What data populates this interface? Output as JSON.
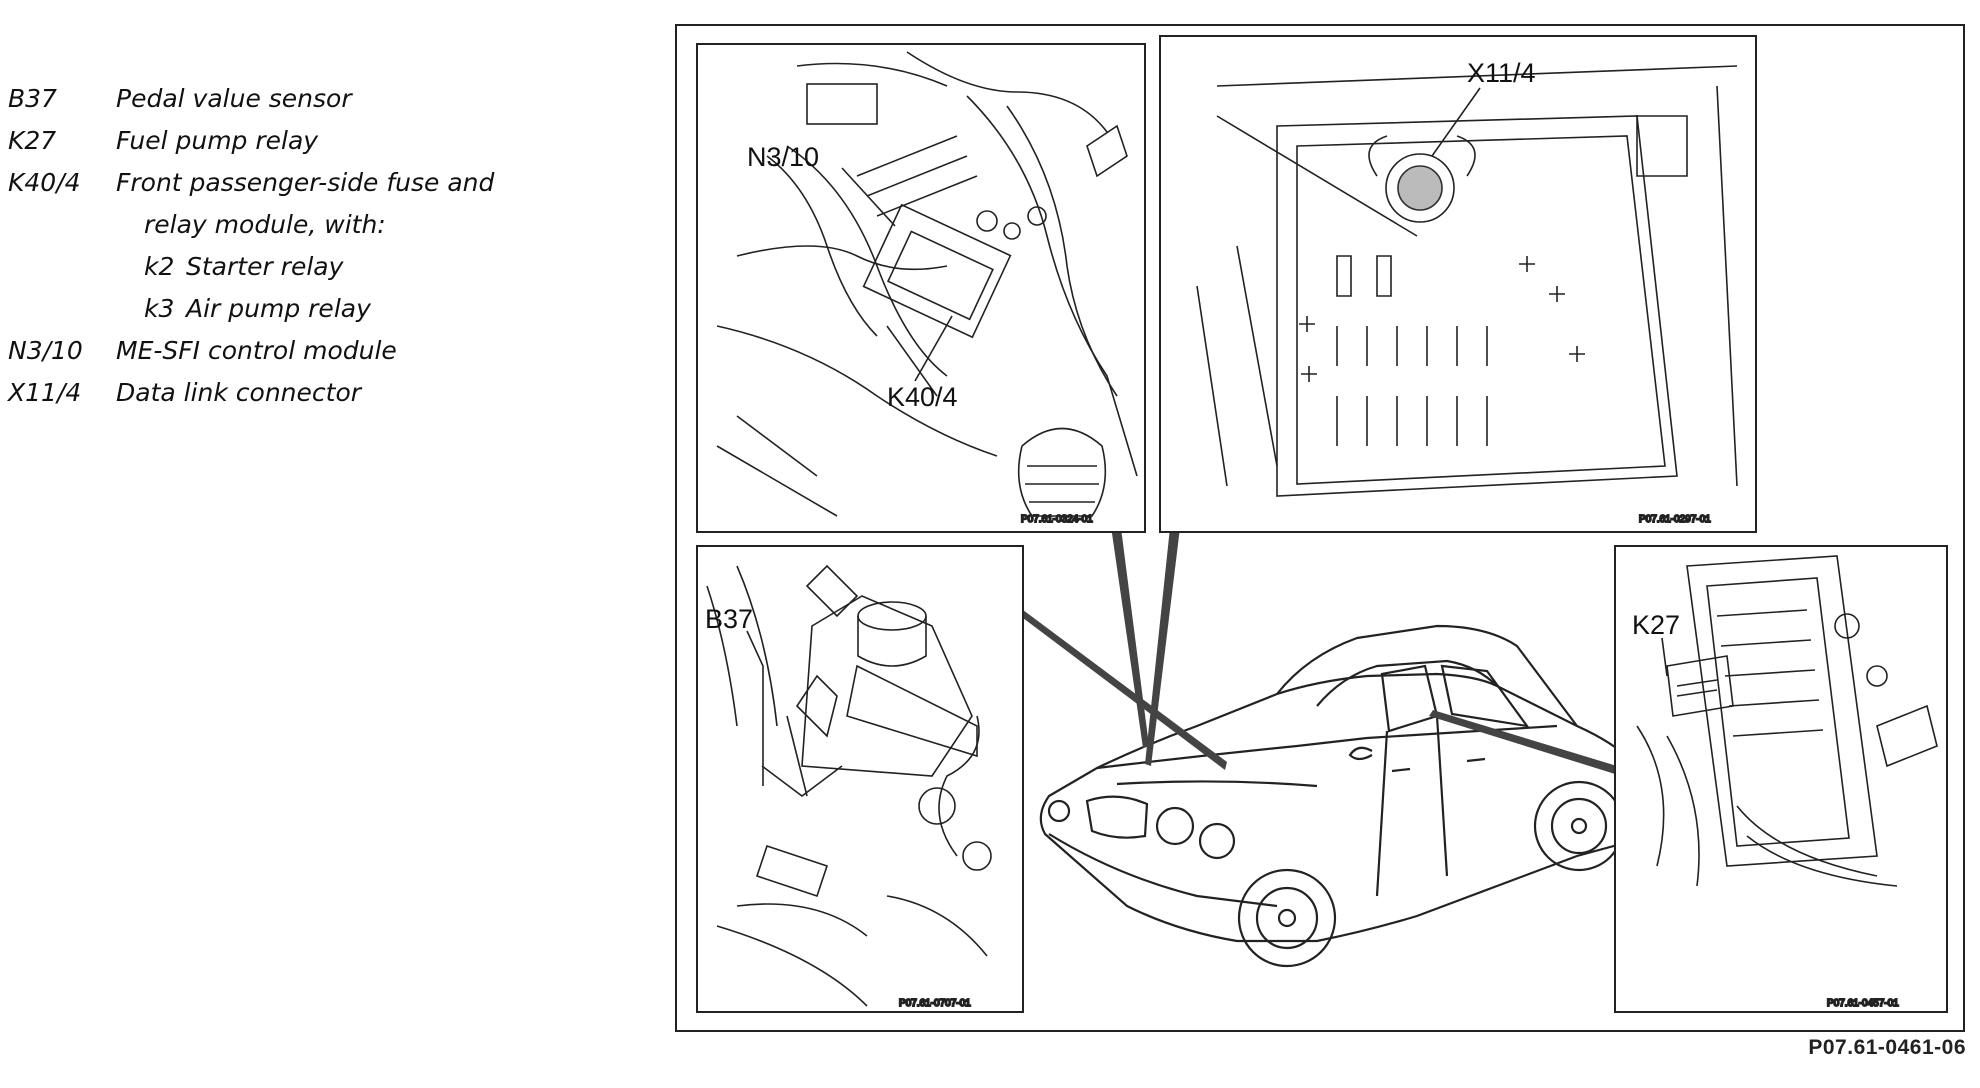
{
  "legend": [
    {
      "code": "B37",
      "desc": "Pedal value sensor"
    },
    {
      "code": "K27",
      "desc": "Fuel pump relay"
    },
    {
      "code": "K40/4",
      "desc": "Front passenger-side fuse and",
      "desc_cont": "relay module, with:",
      "sub": [
        {
          "code": "k2",
          "desc": "Starter relay"
        },
        {
          "code": "k3",
          "desc": "Air pump relay"
        }
      ]
    },
    {
      "code": "N3/10",
      "desc": "ME-SFI control module"
    },
    {
      "code": "X11/4",
      "desc": "Data link connector"
    }
  ],
  "callouts": {
    "n3_10": "N3/10",
    "k40_4": "K40/4",
    "x11_4": "X11/4",
    "b37": "B37",
    "k27": "K27"
  },
  "panel_ids": {
    "top_left": "P07.61-0324-01",
    "top_right": "P07.61-0297-01",
    "bottom_left": "P07.61-0707-01",
    "bottom_right": "P07.61-0457-01"
  },
  "figure_id": "P07.61-0461-06"
}
